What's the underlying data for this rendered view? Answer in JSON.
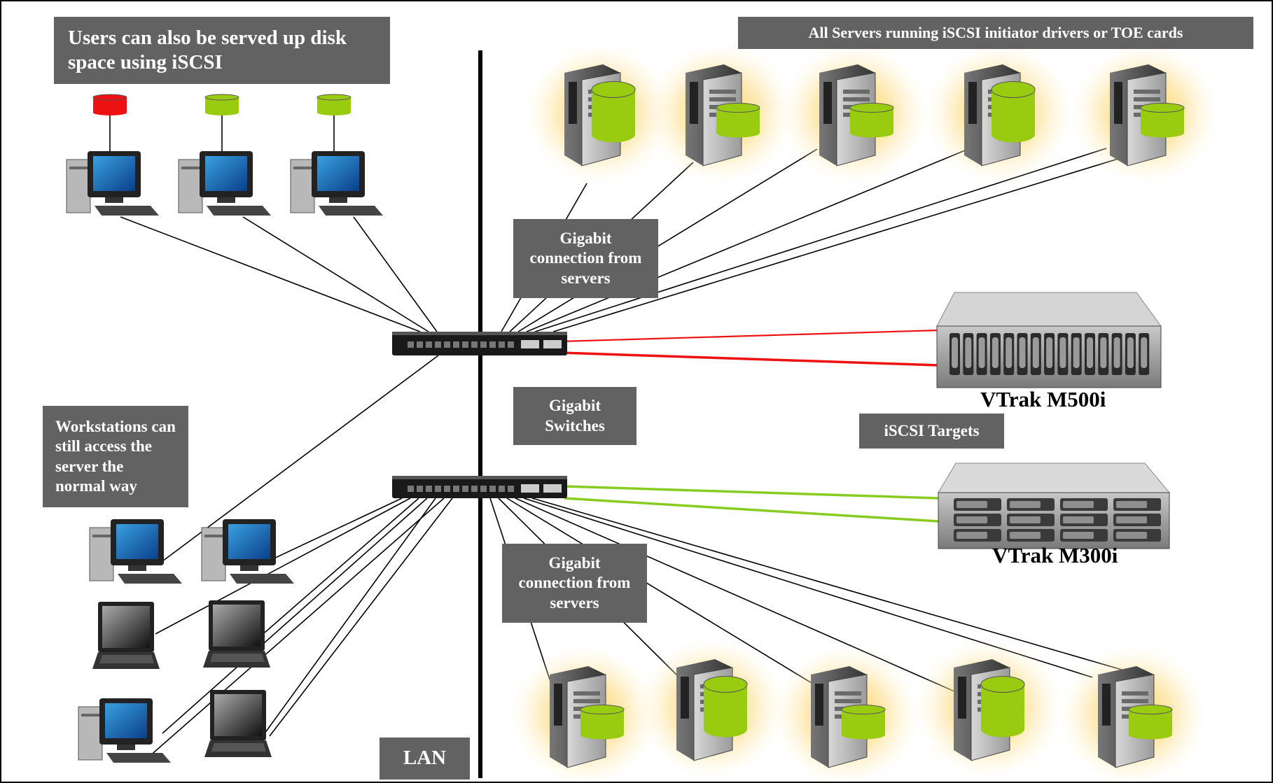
{
  "labels": {
    "users_iscsi": "Users can also be served up disk space using iSCSI",
    "all_servers": "All Servers running iSCSI initiator drivers or TOE cards",
    "gigabit_top": "Gigabit connection from servers",
    "gigabit_switches": "Gigabit Switches",
    "iscsi_targets": "iSCSI Targets",
    "workstations": "Workstations can still access the server the normal way",
    "gigabit_bottom": "Gigabit connection from servers",
    "lan": "LAN"
  },
  "devices": {
    "storage_top": "VTrak M500i",
    "storage_bottom": "VTrak M300i"
  },
  "top_servers_disk_colors": [
    "red",
    "green",
    "green",
    "red",
    "green"
  ],
  "bottom_servers_disk_colors": [
    "green",
    "red",
    "green",
    "red",
    "green"
  ],
  "iscsi_user_disk_colors": [
    "red",
    "green",
    "green"
  ],
  "colors": {
    "disk_red": "#ee1111",
    "disk_green": "#99cc11",
    "label_bg": "#626262",
    "link_red": "#ee1111",
    "link_green": "#88cc22"
  }
}
